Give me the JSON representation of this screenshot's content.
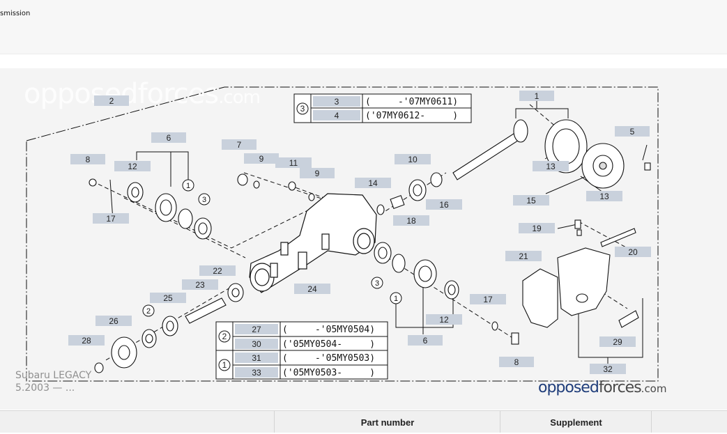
{
  "breadcrumb": {
    "text": "smission"
  },
  "diagram": {
    "watermark": {
      "main": "opposedforces",
      "suffix": ".com"
    },
    "model": {
      "name": "Subaru LEGACY",
      "period": "5.2003 — ..."
    },
    "brand": {
      "part1": "opposed",
      "part2": "forces",
      "part3": ".com"
    },
    "callouts": [
      "1",
      "2",
      "3",
      "4",
      "5",
      "6",
      "7",
      "8",
      "9",
      "10",
      "11",
      "12",
      "13",
      "14",
      "15",
      "16",
      "17",
      "18",
      "19",
      "20",
      "21",
      "22",
      "23",
      "24",
      "25",
      "26",
      "27",
      "28",
      "29",
      "30",
      "31",
      "32",
      "33"
    ],
    "table_3": {
      "marker": "3",
      "rows": [
        {
          "ref": "3",
          "range": "(     -'07MY0611)"
        },
        {
          "ref": "4",
          "range": "('07MY0612-     )"
        }
      ]
    },
    "table_2": {
      "marker": "2",
      "rows": [
        {
          "ref": "27",
          "range": "(     -'05MY0504)"
        },
        {
          "ref": "30",
          "range": "('05MY0504-     )"
        }
      ]
    },
    "table_1": {
      "marker": "1",
      "rows": [
        {
          "ref": "31",
          "range": "(     -'05MY0503)"
        },
        {
          "ref": "33",
          "range": "('05MY0503-     )"
        }
      ]
    }
  },
  "table": {
    "columns": [
      {
        "label": ""
      },
      {
        "label": "Part number"
      },
      {
        "label": "Supplement"
      },
      {
        "label": ""
      }
    ]
  }
}
